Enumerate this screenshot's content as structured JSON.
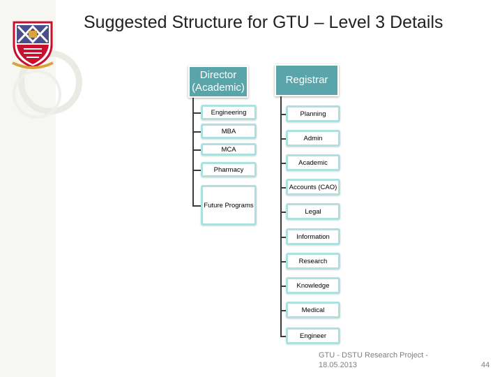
{
  "slide": {
    "title": "Suggested Structure for GTU – Level 3 Details",
    "footer": "GTU - DSTU Research Project - 18.05.2013",
    "page_number": "44",
    "logo_icon": "gtu-crest-icon"
  },
  "org_chart": {
    "left_head": "Director (Academic)",
    "left_children": [
      "Engineering",
      "MBA",
      "MCA",
      "Pharmacy",
      "Future Programs"
    ],
    "right_head": "Registrar",
    "right_children": [
      "Planning",
      "Admin",
      "Academic",
      "Accounts (CAO)",
      "Legal",
      "Information",
      "Research",
      "Knowledge",
      "Medical",
      "Engineer"
    ]
  },
  "colors": {
    "head_fill": "#5aa5a9",
    "child_border": "#aee0df",
    "connector": "#3b3b3b"
  }
}
